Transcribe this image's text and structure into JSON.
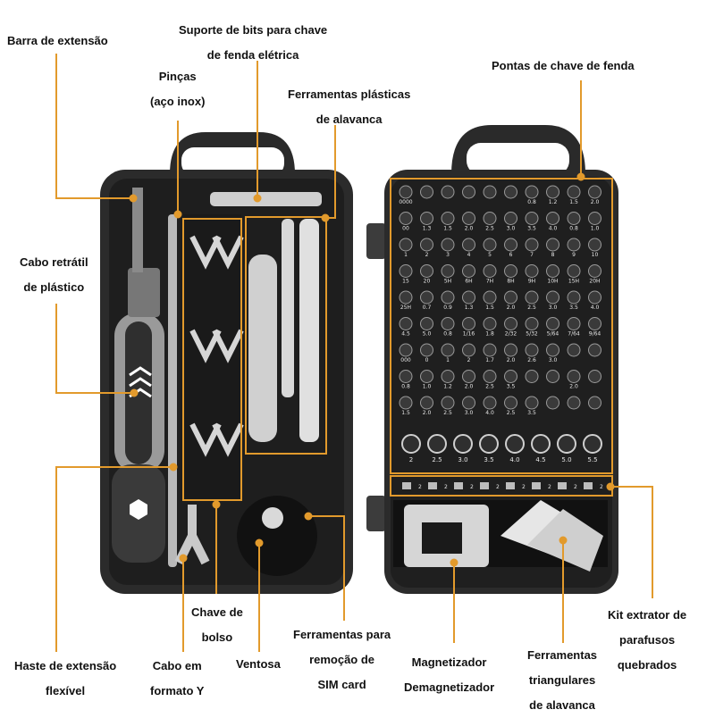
{
  "labels": {
    "barra_extensao": [
      "Barra de extensão"
    ],
    "suporte_bits": [
      "Suporte de bits para chave",
      "de fenda elétrica"
    ],
    "pincas": [
      "Pinças",
      "(aço inox)"
    ],
    "ferramentas_plasticas": [
      "Ferramentas plásticas",
      "de alavanca"
    ],
    "pontas": [
      "Pontas de chave de fenda"
    ],
    "cabo_retratil": [
      "Cabo retrátil",
      "de plástico"
    ],
    "chave_bolso": [
      "Chave de",
      "bolso"
    ],
    "ferramentas_sim": [
      "Ferramentas para",
      "remoção de",
      "SIM card"
    ],
    "kit_extrator": [
      "Kit extrator de",
      "parafusos",
      "quebrados"
    ],
    "haste_flexivel": [
      "Haste de extensão",
      "flexível"
    ],
    "cabo_y": [
      "Cabo em",
      "formato Y"
    ],
    "ventosa": [
      "Ventosa"
    ],
    "magnetizador": [
      "Magnetizador",
      "Demagnetizador"
    ],
    "ferramentas_triangulares": [
      "Ferramentas",
      "triangulares",
      "de alavanca"
    ]
  },
  "bit_labels": {
    "row1": [
      "0000",
      "",
      "",
      "",
      "",
      "",
      "0.8",
      "1.2",
      "1.5",
      "2.0"
    ],
    "row2": [
      "00",
      "1.3",
      "1.5",
      "2.0",
      "2.5",
      "3.0",
      "3.5",
      "4.0",
      "0.8",
      "1.0"
    ],
    "row3": [
      "1",
      "2",
      "3",
      "4",
      "5",
      "6",
      "7",
      "8",
      "9",
      "10"
    ],
    "row4": [
      "15",
      "20",
      "5H",
      "6H",
      "7H",
      "8H",
      "9H",
      "10H",
      "15H",
      "20H"
    ],
    "row5": [
      "25H",
      "0.7",
      "0.9",
      "1.3",
      "1.5",
      "2.0",
      "2.5",
      "3.0",
      "3.5",
      "4.0"
    ],
    "row6": [
      "4.5",
      "5.0",
      "0.8",
      "1/16",
      "1.8",
      "2/32",
      "5/32",
      "5/64",
      "7/64",
      "9/64"
    ],
    "row7": [
      "000",
      "0",
      "1",
      "2",
      "1.7",
      "2.0",
      "2.6",
      "3.0",
      "",
      ""
    ],
    "row8": [
      "0.8",
      "1.0",
      "1.2",
      "2.0",
      "2.5",
      "3.5",
      "",
      "",
      "2.0",
      ""
    ],
    "row9": [
      "1.5",
      "2.0",
      "2.5",
      "3.0",
      "4.0",
      "2.5",
      "3.5",
      "",
      "",
      ""
    ],
    "row10": [
      "2",
      "2.5",
      "3.0",
      "3.5",
      "4.0",
      "4.5",
      "5.0",
      "5.5"
    ],
    "strip": [
      "2",
      "2",
      "2",
      "2",
      "2",
      "2",
      "2",
      "2"
    ]
  },
  "colors": {
    "accent": "#e29a2c",
    "case": "#262626",
    "tray": "#1b1b1b",
    "label": "#111111"
  }
}
